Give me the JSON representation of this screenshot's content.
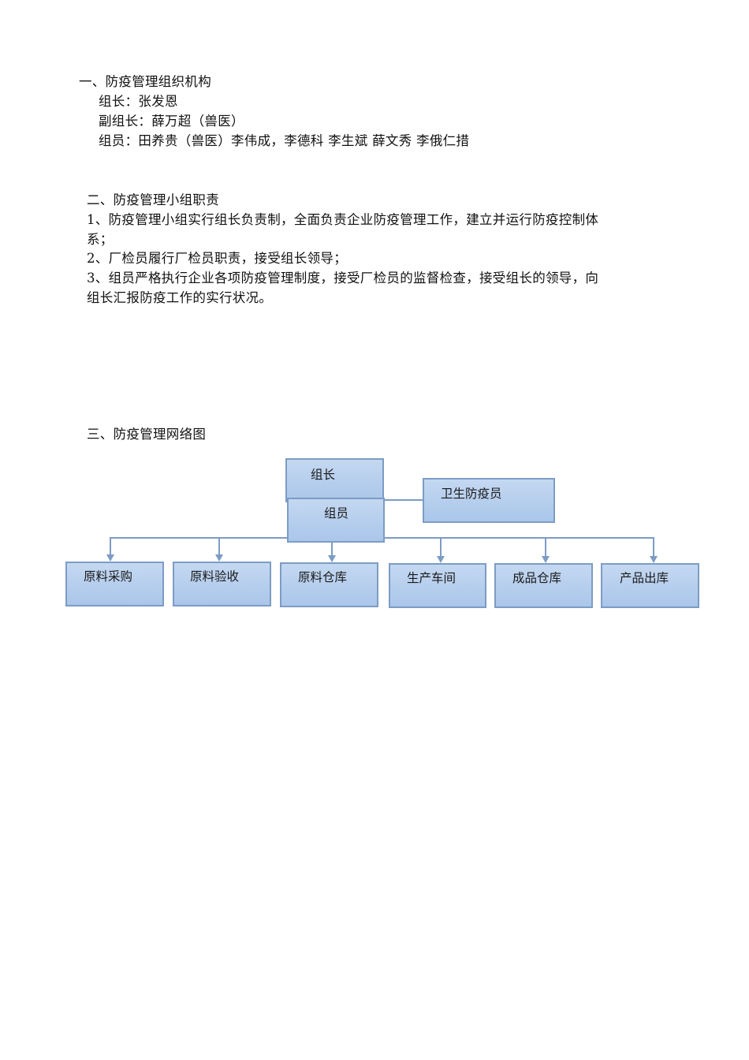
{
  "section1": {
    "heading": "一、防疫管理组织机构",
    "leader": "组长：张发恩",
    "deputy": "副组长：薛万超（兽医）",
    "members": "组员：田养贵（兽医）李伟成，李德科 李生斌 薛文秀 李俄仁措"
  },
  "section2": {
    "heading": "二、防疫管理小组职责",
    "item1_line1": "1、防疫管理小组实行组长负责制，全面负责企业防疫管理工作，建立并运行防疫控制体",
    "item1_line2": "系；",
    "item2": "2、厂检员履行厂检员职责，接受组长领导；",
    "item3_line1": "3、组员严格执行企业各项防疫管理制度，接受厂检员的监督检查，接受组长的领导，向",
    "item3_line2": "组长汇报防疫工作的实行状况。"
  },
  "section3": {
    "heading": "三、防疫管理网络图",
    "diagram": {
      "leader_box": "组长",
      "members_box": "组员",
      "hygiene_box": "卫生防疫员",
      "departments": [
        "原料采购",
        "原料验收",
        "原料仓库",
        "生产车间",
        "成品仓库",
        "产品出库"
      ],
      "colors": {
        "box_fill_top": "#c4d8f1",
        "box_fill_bottom": "#aac6ea",
        "border": "#7c9cc4",
        "connector": "#7c9cc4"
      }
    }
  }
}
